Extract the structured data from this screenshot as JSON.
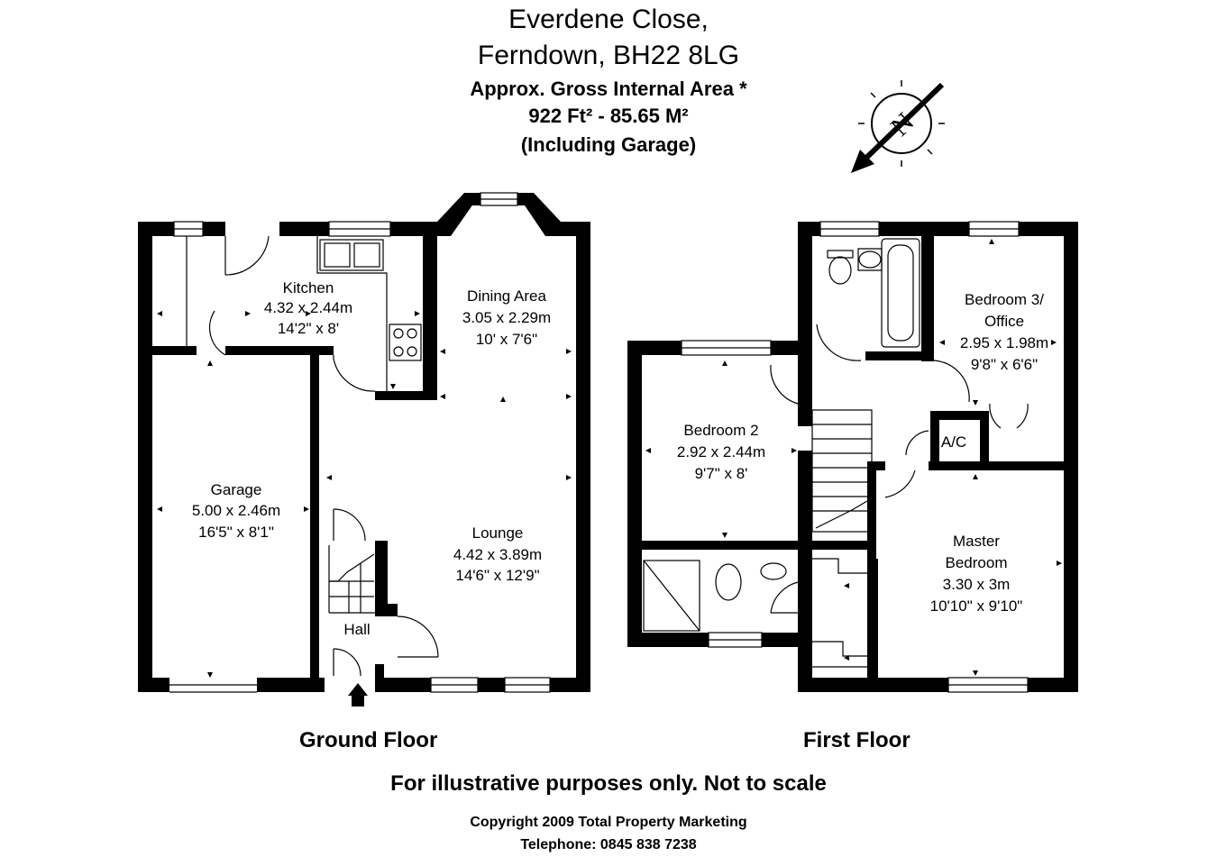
{
  "header": {
    "address_line1": "Everdene Close,",
    "address_line2": "Ferndown, BH22 8LG",
    "area_label": "Approx. Gross Internal Area *",
    "area_value": "922 Ft² - 85.65 M²",
    "area_note": "(Including Garage)"
  },
  "compass": {
    "letter": "N",
    "icon": "compass-rose-icon"
  },
  "ground_floor": {
    "label": "Ground Floor",
    "rooms": {
      "kitchen": {
        "name": "Kitchen",
        "metric": "4.32 x 2.44m",
        "imperial": "14'2\" x 8'"
      },
      "dining": {
        "name": "Dining Area",
        "metric": "3.05 x 2.29m",
        "imperial": "10' x 7'6\""
      },
      "garage": {
        "name": "Garage",
        "metric": "5.00 x 2.46m",
        "imperial": "16'5\" x 8'1\""
      },
      "lounge": {
        "name": "Lounge",
        "metric": "4.42 x 3.89m",
        "imperial": "14'6\" x 12'9\""
      },
      "hall": {
        "name": "Hall"
      }
    }
  },
  "first_floor": {
    "label": "First Floor",
    "rooms": {
      "bedroom3": {
        "name_line1": "Bedroom 3/",
        "name_line2": "Office",
        "metric": "2.95 x 1.98m",
        "imperial": "9'8\" x 6'6\""
      },
      "bedroom2": {
        "name": "Bedroom 2",
        "metric": "2.92 x 2.44m",
        "imperial": "9'7\" x 8'"
      },
      "ac": {
        "name": "A/C"
      },
      "master": {
        "name_line1": "Master",
        "name_line2": "Bedroom",
        "metric": "3.30 x 3m",
        "imperial": "10'10\" x 9'10\""
      }
    }
  },
  "footer": {
    "disclaimer": "For illustrative purposes only. Not to scale",
    "copyright": "Copyright 2009 Total Property Marketing",
    "telephone": "Telephone: 0845 838 7238"
  }
}
